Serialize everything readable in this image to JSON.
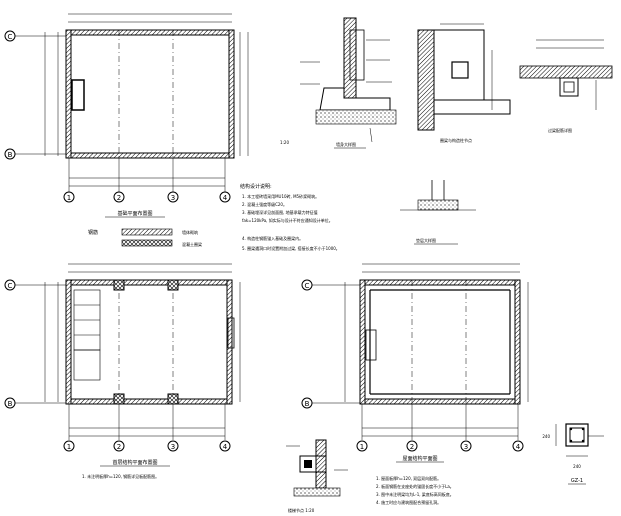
{
  "plans": {
    "foundation": {
      "title": "基础平面布置图",
      "axes_x": [
        "1",
        "2",
        "3",
        "4"
      ],
      "axes_y": [
        "C",
        "B"
      ],
      "legend": [
        {
          "label": "钢筋",
          "swatch": "dense-hatch",
          "note": "墙体砌筑"
        },
        {
          "label": "",
          "swatch": "crosshatch",
          "note": "混凝土圈梁"
        }
      ]
    },
    "floor1": {
      "title": "首层结构平面布置图",
      "axes_x": [
        "1",
        "2",
        "3",
        "4"
      ],
      "axes_y": [
        "C",
        "B"
      ],
      "note": "1. 未注明板厚h=120, 钢筋详见板配筋图。"
    },
    "roof": {
      "title": "屋面结构平面图",
      "axes_x": [
        "1",
        "2",
        "3",
        "4"
      ],
      "axes_y": [
        "C",
        "B"
      ]
    }
  },
  "details": {
    "wall_section": {
      "title": "墙身大样图",
      "scale": "1:20"
    },
    "ring_beam": {
      "title": "圈梁与构造柱节点"
    },
    "lintel": {
      "title": "过梁配筋详图"
    },
    "bedding": {
      "title": "垫层大样图"
    },
    "column": {
      "title": "构造柱详图",
      "label": "GZ-1",
      "dim": "240"
    },
    "small_section": {
      "title": "楼梯节点 1:20"
    }
  },
  "notes": {
    "design": {
      "title": "结构设计说明:",
      "lines": [
        "1. 本工程砖墙采用MU10砖, M5砂浆砌筑。",
        "2. 混凝土强度等级C20。",
        "3. 基础埋深详见剖面图, 地基承载力特征值",
        "   fak=120kPa, 如实际与设计不符应通知设计单位。",
        "4. 构造柱钢筋锚入基础及圈梁内。",
        "5. 圈梁遇洞口时设置附加过梁, 搭接长度不小于1000。"
      ]
    },
    "roof": {
      "lines": [
        "1. 屋面板厚h=120, 双层双向配筋。",
        "2. 板面钢筋在支座处的锚固长度不小于La。",
        "3. 图中未注明梁均为L-1, 梁底标高同板底。",
        "4. 施工时应与建筑图配合预留孔洞。"
      ]
    }
  }
}
